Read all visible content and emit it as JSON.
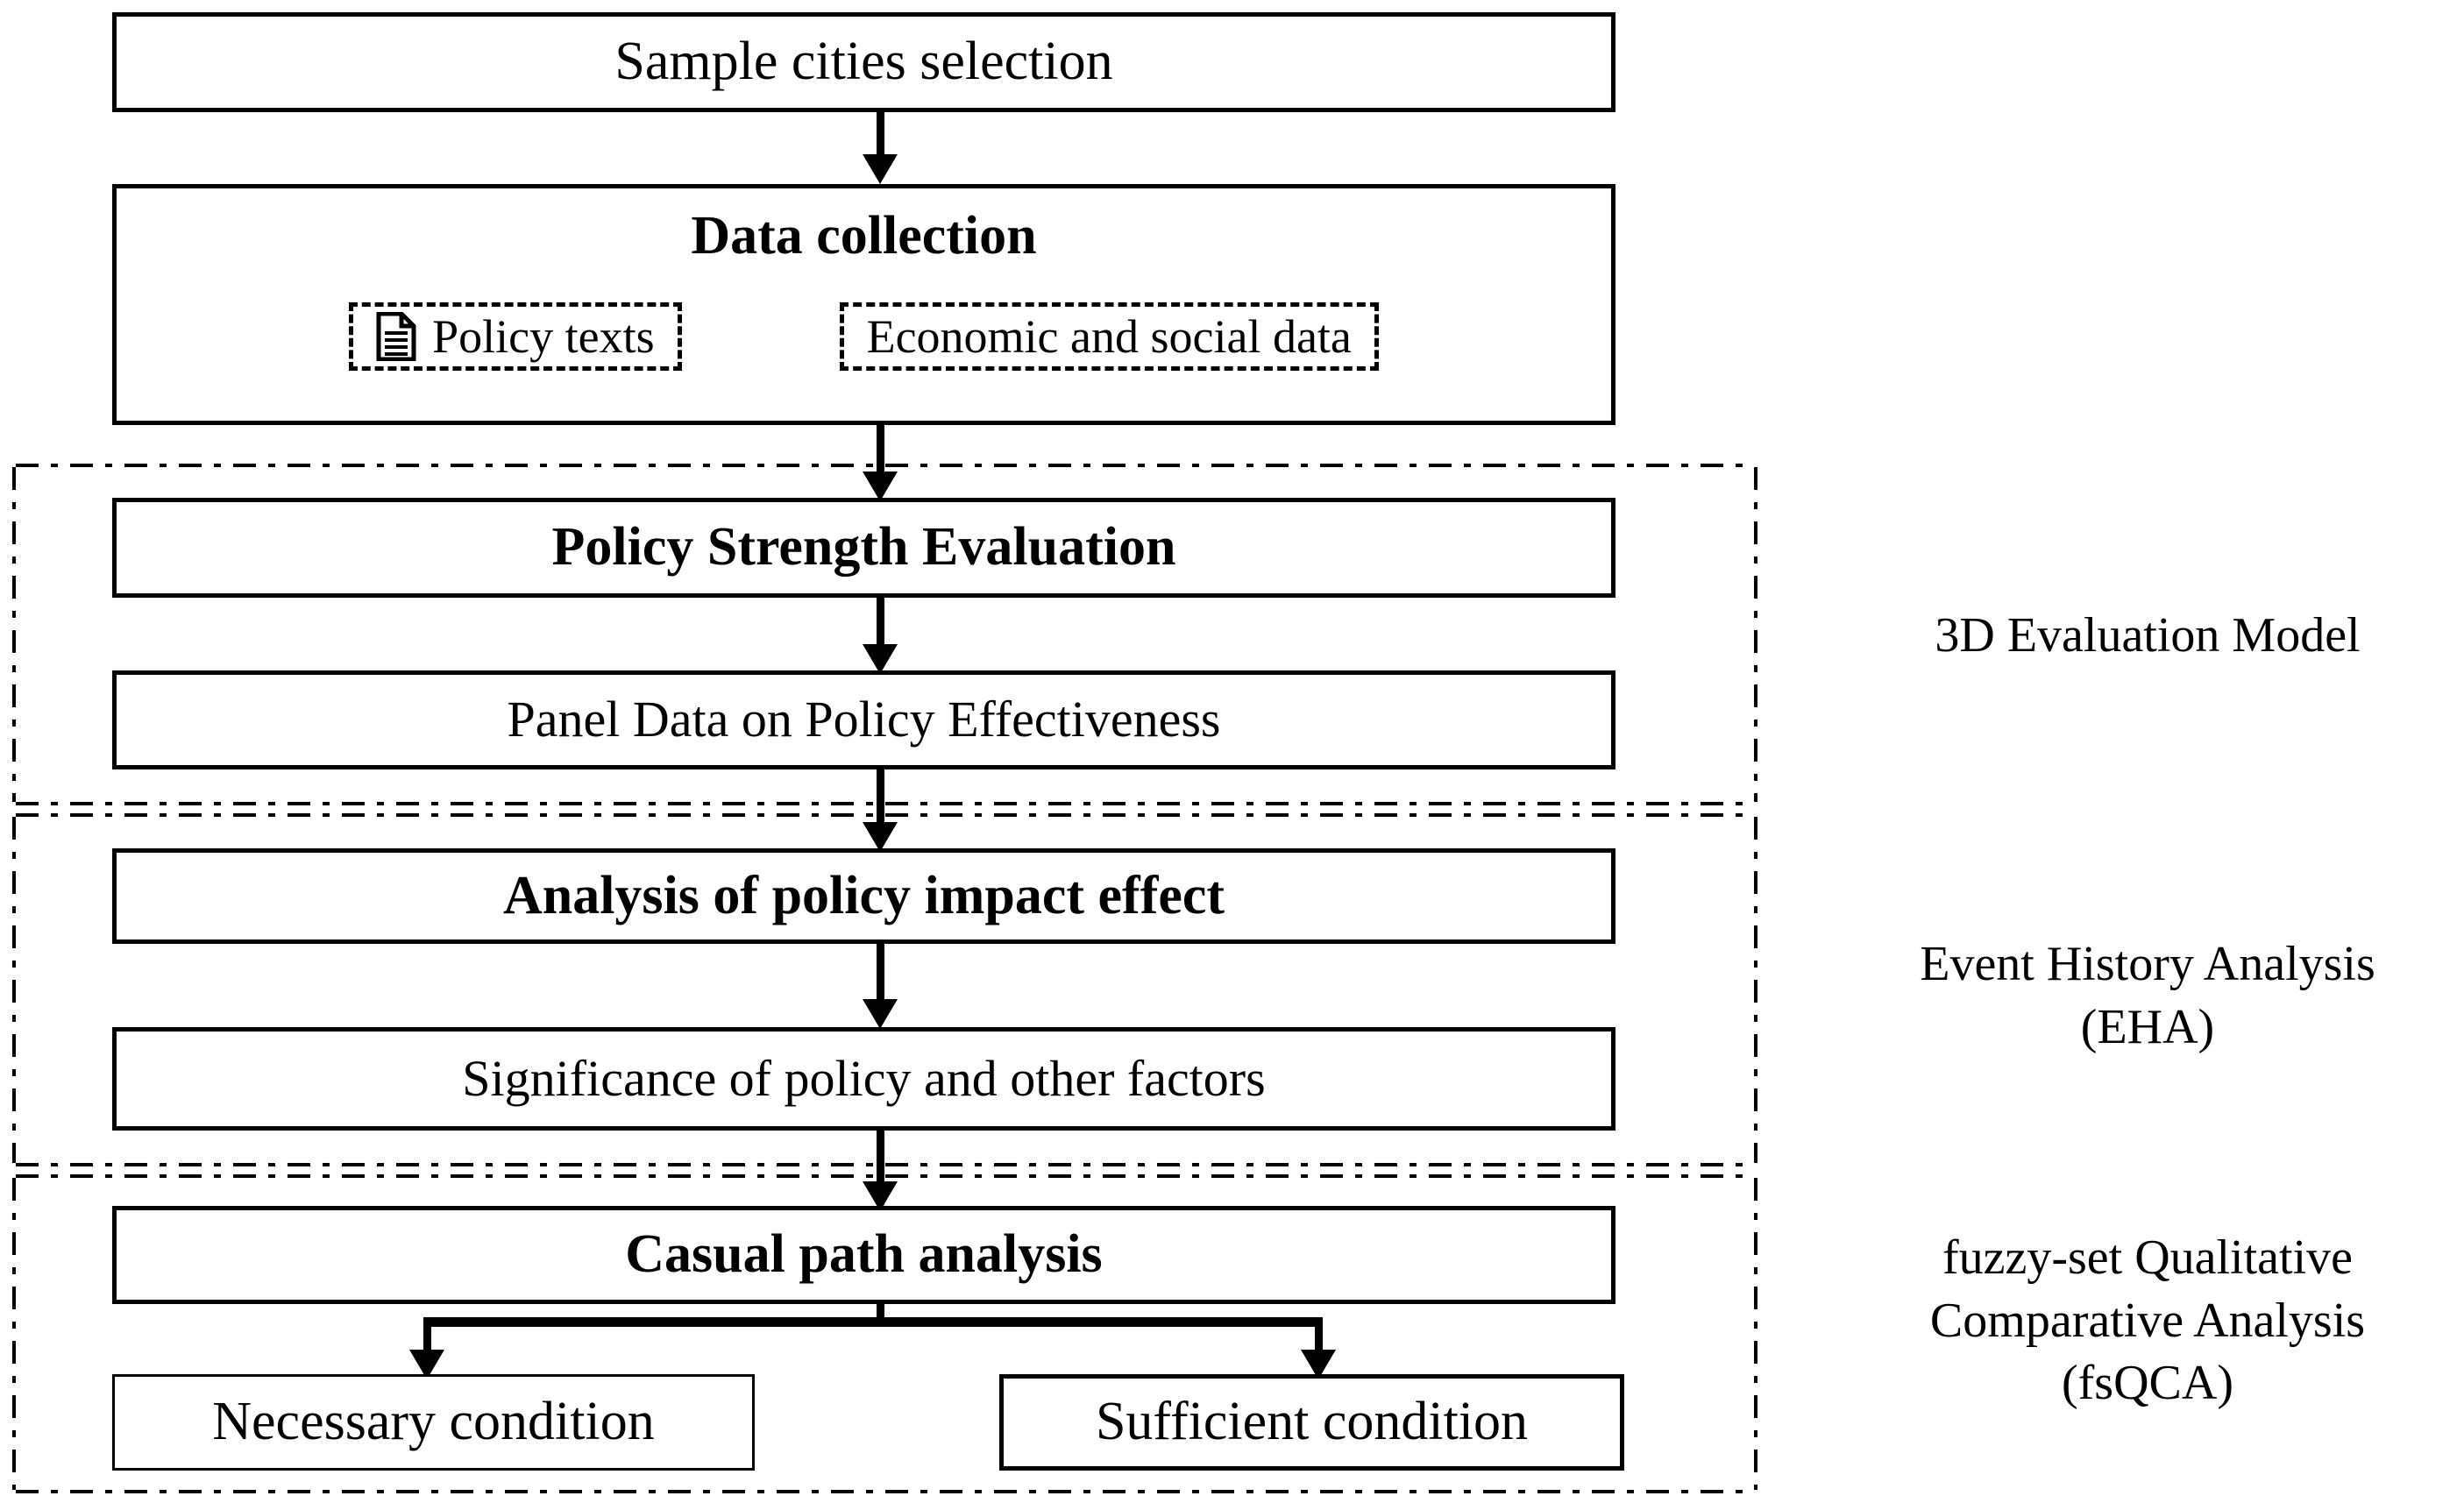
{
  "diagram": {
    "title": "Research methodology flowchart",
    "accent_color": "#000000",
    "background_color": "#ffffff"
  },
  "nodes": {
    "sample_cities": {
      "label": "Sample cities selection",
      "weight": "regular"
    },
    "data_collection": {
      "label": "Data collection",
      "weight": "bold"
    },
    "policy_texts": {
      "label": "Policy texts",
      "icon": "document-icon"
    },
    "economic_social": {
      "label": "Economic and social data"
    },
    "policy_strength": {
      "label": "Policy Strength Evaluation",
      "weight": "bold"
    },
    "panel_data": {
      "label": "Panel Data on Policy Effectiveness",
      "weight": "regular"
    },
    "impact_effect": {
      "label": "Analysis of policy impact effect",
      "weight": "bold"
    },
    "significance": {
      "label": "Significance of policy and other factors",
      "weight": "regular"
    },
    "casual_path": {
      "label": "Casual path analysis",
      "weight": "bold"
    },
    "necessary_condition": {
      "label": "Necessary condition",
      "weight": "regular"
    },
    "sufficient_condition": {
      "label": "Sufficient condition",
      "weight": "regular"
    }
  },
  "annotations": {
    "stage_1": "3D Evaluation Model",
    "stage_2": "Event History Analysis\n(EHA)",
    "stage_3": "fuzzy-set Qualitative\nComparative Analysis\n(fsQCA)"
  },
  "flow": {
    "edges": [
      {
        "from": "sample_cities",
        "to": "data_collection"
      },
      {
        "from": "data_collection",
        "to": "policy_strength"
      },
      {
        "from": "policy_strength",
        "to": "panel_data"
      },
      {
        "from": "panel_data",
        "to": "impact_effect"
      },
      {
        "from": "impact_effect",
        "to": "significance"
      },
      {
        "from": "significance",
        "to": "casual_path"
      },
      {
        "from": "casual_path",
        "to": "necessary_condition"
      },
      {
        "from": "casual_path",
        "to": "sufficient_condition"
      }
    ]
  }
}
